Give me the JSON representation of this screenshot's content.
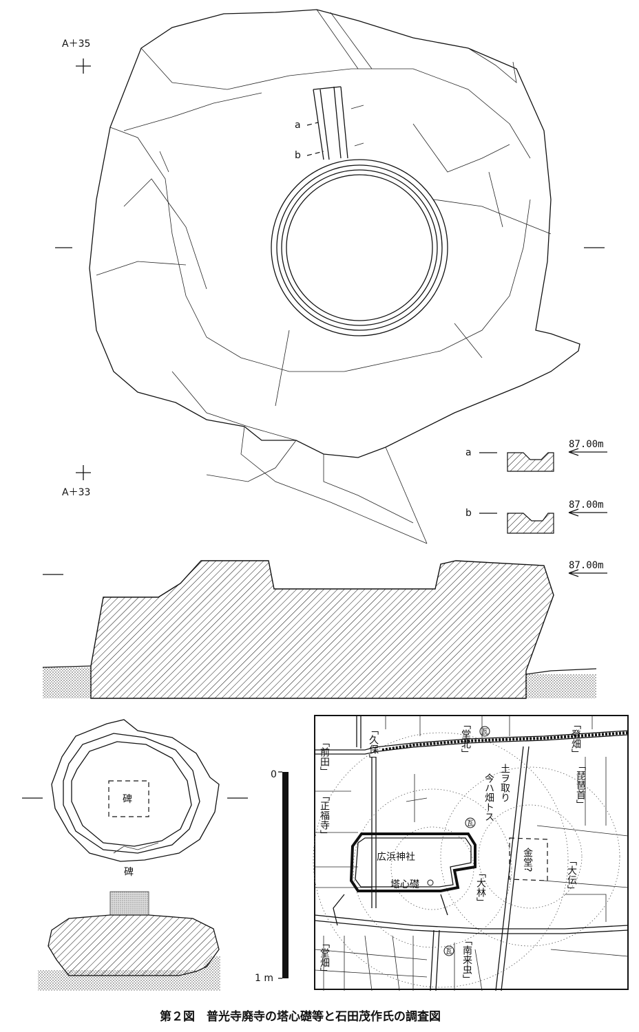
{
  "plan": {
    "grid_top": "A＋35",
    "grid_bottom": "A＋33",
    "section_labels": [
      "a",
      "b"
    ]
  },
  "profiles": [
    {
      "label": "a",
      "elevation": "87.00m"
    },
    {
      "label": "b",
      "elevation": "87.00m"
    }
  ],
  "main_section": {
    "elevation": "87.00m"
  },
  "small_stone": {
    "socket_label": "碑",
    "section_label": "碑"
  },
  "scale_bar": {
    "top": "0",
    "bottom": "1 m"
  },
  "map": {
    "labels_horizontal": [
      {
        "text": "広浜神社"
      },
      {
        "text": "塔心礎"
      }
    ],
    "labels_vertical": [
      {
        "text": "「久保」"
      },
      {
        "text": "「堂北」"
      },
      {
        "text": "「登畑」"
      },
      {
        "text": "「前田」"
      },
      {
        "text": "土ヲ取り"
      },
      {
        "text": "今ハ畑トス"
      },
      {
        "text": "「琵琶首」"
      },
      {
        "text": "「正福寺」"
      },
      {
        "text": "金堂?"
      },
      {
        "text": "「大林」"
      },
      {
        "text": "「大伝」"
      },
      {
        "text": "「南来虫」"
      },
      {
        "text": "「堂畑」"
      }
    ],
    "tile_mark": "瓦"
  },
  "caption": "第２図　普光寺廃寺の塔心礎等と石田茂作氏の調査図"
}
